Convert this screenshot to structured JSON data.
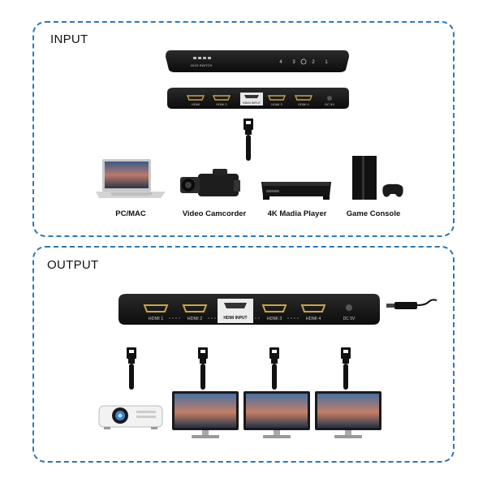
{
  "input": {
    "title": "INPUT",
    "switch_label": "4X1D SWITCH",
    "port_numbers": [
      "4",
      "3",
      "2",
      "1"
    ],
    "ports": [
      "HDMI",
      "HDMI 2",
      "HDMI INPUT",
      "HDMI 3",
      "HDMI 4"
    ],
    "dc_label": "DC 5V",
    "devices": [
      {
        "label": "PC/MAC",
        "icon": "laptop-icon"
      },
      {
        "label": "Video Camcorder",
        "icon": "camcorder-icon"
      },
      {
        "label": "4K Madia Player",
        "icon": "media-player-icon"
      },
      {
        "label": "Game Console",
        "icon": "game-console-icon"
      }
    ]
  },
  "output": {
    "title": "OUTPUT",
    "ports": [
      "HDMI 1",
      "HDMI 2",
      "HDMI INPUT",
      "HDMI 3",
      "HDMI 4"
    ],
    "dc_label": "DC 5V",
    "devices": [
      {
        "icon": "projector-icon"
      },
      {
        "icon": "monitor-icon"
      },
      {
        "icon": "monitor-icon"
      },
      {
        "icon": "monitor-icon"
      }
    ]
  },
  "colors": {
    "border": "#2e78b8",
    "device_body": "#161616",
    "port_gold": "#c9a348"
  }
}
